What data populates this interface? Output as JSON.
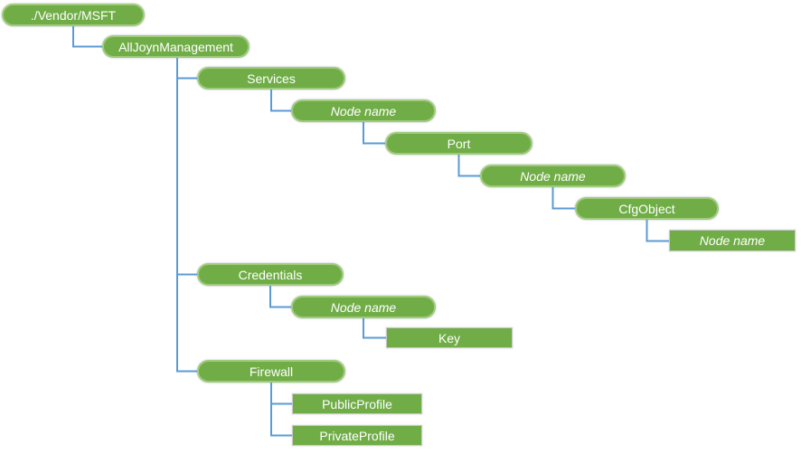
{
  "colors": {
    "node_fill": "#70AD47",
    "pill_border": "#9FCB7D",
    "rect_border": "#C9C9C9",
    "connector": "#5B9BD5",
    "node_text": "#FFFFFF",
    "background": "#FFFFFF"
  },
  "nodes": [
    {
      "label": "./Vendor/MSFT",
      "shape": "pill",
      "italic": false,
      "parent": null
    },
    {
      "label": "AllJoynManagement",
      "shape": "pill",
      "italic": false,
      "parent": "./Vendor/MSFT"
    },
    {
      "label": "Services",
      "shape": "pill",
      "italic": false,
      "parent": "AllJoynManagement"
    },
    {
      "label": "Node name",
      "shape": "pill",
      "italic": true,
      "parent": "Services"
    },
    {
      "label": "Port",
      "shape": "pill",
      "italic": false,
      "parent": "Services/Node name"
    },
    {
      "label": "Node name",
      "shape": "pill",
      "italic": true,
      "parent": "Port"
    },
    {
      "label": "CfgObject",
      "shape": "pill",
      "italic": false,
      "parent": "Port/Node name"
    },
    {
      "label": "Node name",
      "shape": "rect",
      "italic": true,
      "parent": "CfgObject"
    },
    {
      "label": "Credentials",
      "shape": "pill",
      "italic": false,
      "parent": "AllJoynManagement"
    },
    {
      "label": "Node name",
      "shape": "pill",
      "italic": true,
      "parent": "Credentials"
    },
    {
      "label": "Key",
      "shape": "rect",
      "italic": false,
      "parent": "Credentials/Node name"
    },
    {
      "label": "Firewall",
      "shape": "pill",
      "italic": false,
      "parent": "AllJoynManagement"
    },
    {
      "label": "PublicProfile",
      "shape": "rect",
      "italic": false,
      "parent": "Firewall"
    },
    {
      "label": "PrivateProfile",
      "shape": "rect",
      "italic": false,
      "parent": "Firewall"
    }
  ]
}
